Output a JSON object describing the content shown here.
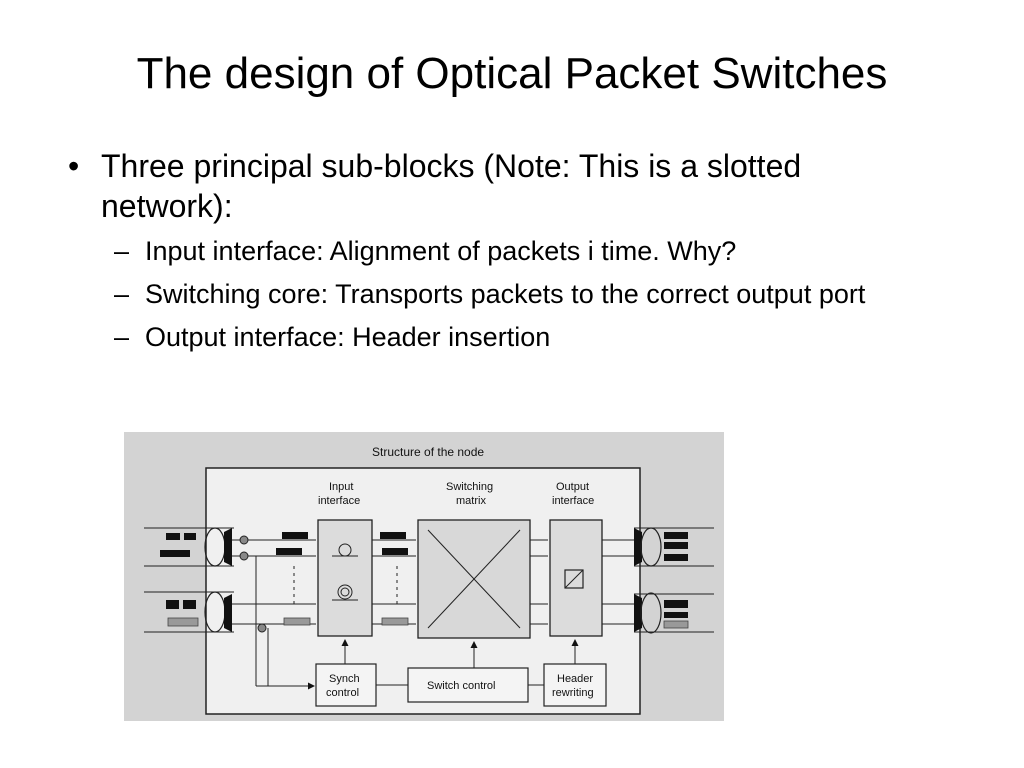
{
  "slide": {
    "title": "The design of Optical Packet Switches",
    "bullet": {
      "marker": "•",
      "text": "Three principal sub-blocks (Note: This is a slotted network):"
    },
    "sub_marker": "–",
    "sub_bullets": [
      "Input interface: Alignment of packets i time. Why?",
      "Switching core: Transports packets to the correct output port",
      "Output interface: Header insertion"
    ]
  },
  "diagram": {
    "title": "Structure of the node",
    "input_interface": [
      "Input",
      "interface"
    ],
    "switching_matrix": [
      "Switching",
      "matrix"
    ],
    "output_interface": [
      "Output",
      "interface"
    ],
    "synch_control": [
      "Synch",
      "control"
    ],
    "switch_control": "Switch control",
    "header_rewriting": [
      "Header",
      "rewriting"
    ]
  },
  "colors": {
    "text": "#000000",
    "background": "#ffffff",
    "diagram_background": "#d3d3d3",
    "block_fill": "#dcdcdc"
  }
}
